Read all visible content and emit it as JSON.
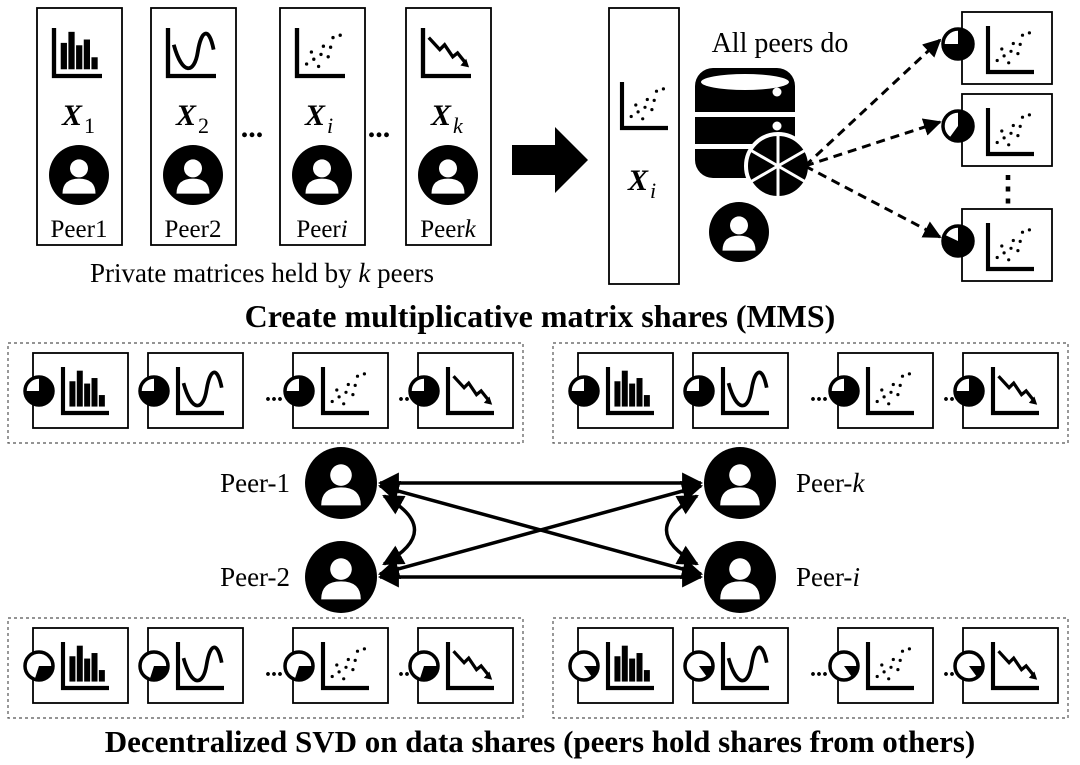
{
  "top": {
    "peers": [
      {
        "matrix": "X",
        "sub": "1",
        "icon": "bar-chart-icon",
        "label": "Peer1",
        "label_italic": ""
      },
      {
        "matrix": "X",
        "sub": "2",
        "icon": "wave-chart-icon",
        "label": "Peer2",
        "label_italic": ""
      },
      {
        "matrix": "X",
        "sub": "i",
        "icon": "scatter-chart-icon",
        "label": "Peer",
        "label_italic": "i"
      },
      {
        "matrix": "X",
        "sub": "k",
        "icon": "declining-chart-icon",
        "label": "Peer",
        "label_italic": "k"
      }
    ],
    "ellipsis": "...",
    "private_caption": "Private matrices held by",
    "private_caption_k": "k",
    "private_caption_end": "peers",
    "selected_matrix": "X",
    "selected_sub": "i",
    "all_peers_do": "All peers do",
    "vdots": "⋮",
    "section_title": "Create multiplicative matrix shares (MMS)"
  },
  "middle": {
    "peer_1": "Peer-1",
    "peer_2": "Peer-2",
    "peer_k": "Peer-",
    "peer_k_italic": "k",
    "peer_i": "Peer-",
    "peer_i_italic": "i"
  },
  "bottom": {
    "section_title": "Decentralized SVD on data shares (peers hold shares from others)"
  },
  "icons": {
    "user": "user-icon",
    "database": "database-icon",
    "pie": "pie-share-icon",
    "arrow": "right-arrow-icon"
  }
}
